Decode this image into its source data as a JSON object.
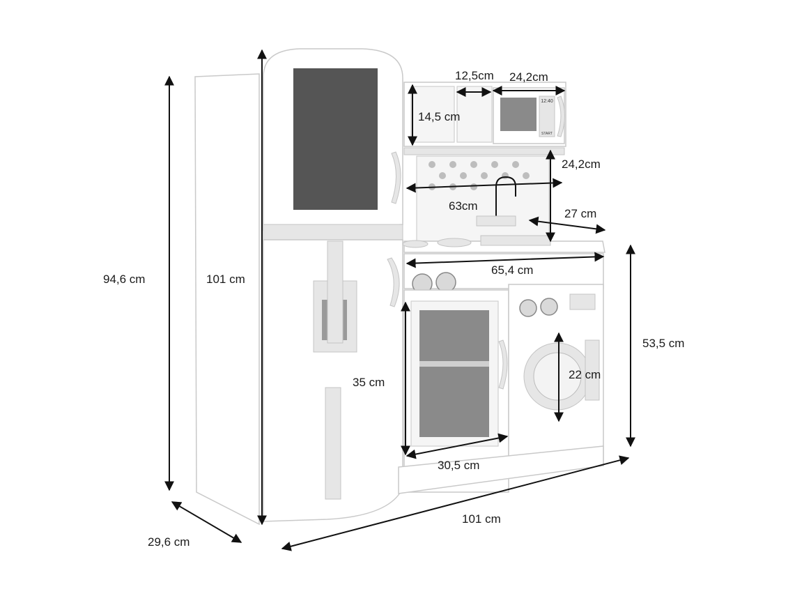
{
  "dimensions": {
    "overall_height": "94,6 cm",
    "fridge_height": "101 cm",
    "depth": "29,6 cm",
    "total_width": "101 cm",
    "shelf_width": "12,5cm",
    "microwave_width": "24,2cm",
    "upper_shelf_height": "14,5 cm",
    "backsplash_height": "24,2cm",
    "backsplash_width": "63cm",
    "sink_depth": "27 cm",
    "counter_width": "65,4 cm",
    "base_height": "53,5 cm",
    "oven_height": "35 cm",
    "oven_width": "30,5 cm",
    "washer_door": "22 cm"
  },
  "microwave": {
    "clock": "12:40",
    "start_label": "START"
  },
  "colors": {
    "line": "#111111",
    "product_white": "#ffffff",
    "window_dark": "#555555"
  }
}
